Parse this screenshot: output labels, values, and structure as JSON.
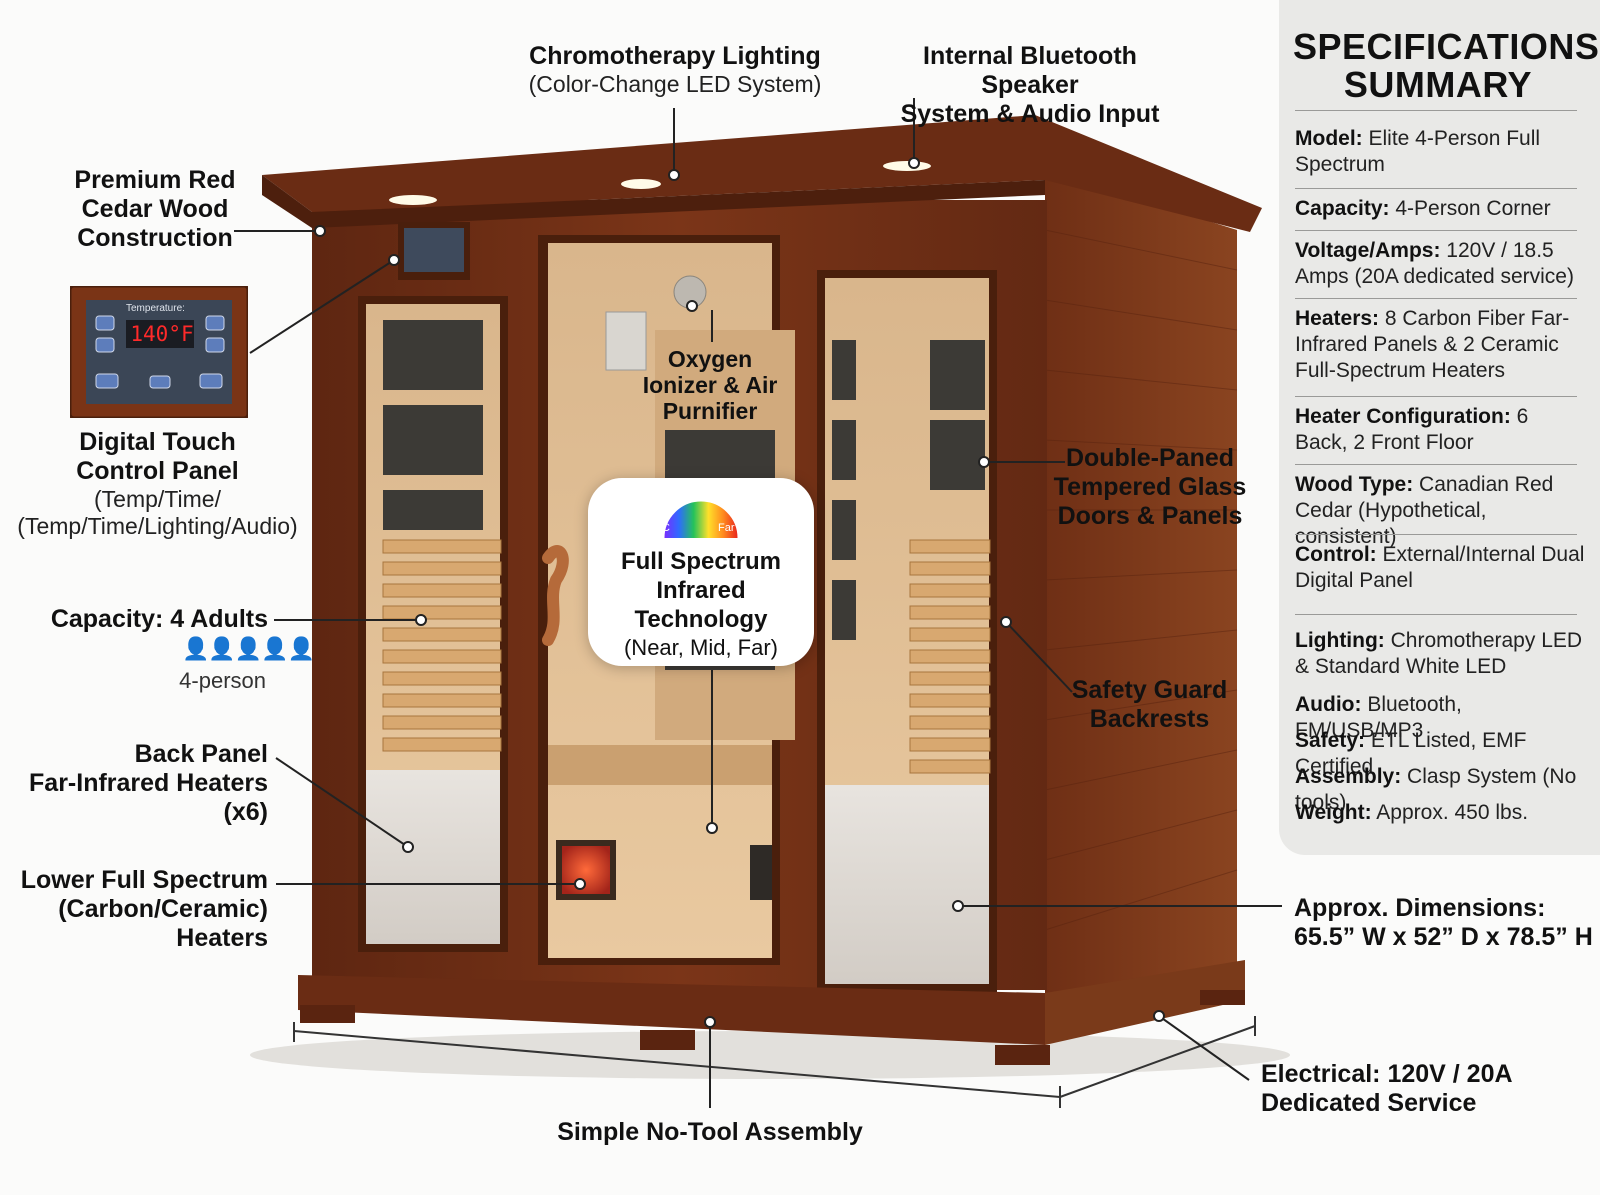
{
  "labels": {
    "chromotherapy_title": "Chromotherapy Lighting",
    "chromotherapy_sub": "(Color-Change LED System)",
    "bluetooth_line1": "Internal Bluetooth Speaker",
    "bluetooth_line2": "System & Audio Input",
    "cedar_line1": "Premium Red",
    "cedar_line2": "Cedar Wood",
    "cedar_line3": "Construction",
    "control_line1": "Digital Touch",
    "control_line2": "Control Panel",
    "control_sub1": "(Temp/Time/",
    "control_sub2": "(Temp/Time/Lighting/Audio)",
    "capacity": "Capacity: 4 Adults",
    "capacity_sub": "4-person",
    "back_panel_line1": "Back Panel",
    "back_panel_line2": "Far-Infrared Heaters",
    "back_panel_line3": "(x6)",
    "lower_line1": "Lower Full Spectrum",
    "lower_line2": "(Carbon/Ceramic)",
    "lower_line3": "Heaters",
    "oxygen_line1": "Oxygen",
    "oxygen_line2": "Ionizer & Air",
    "oxygen_line3": "Purnifier",
    "glass_line1": "Double-Paned",
    "glass_line2": "Tempered Glass",
    "glass_line3": "Doors & Panels",
    "backrest_line1": "Safety Guard",
    "backrest_line2": "Backrests",
    "dimensions_line1": "Approx. Dimensions:",
    "dimensions_line2": "65.5” W x 52” D x 78.5” H",
    "electrical_line1": "Electrical: 120V / 20A",
    "electrical_line2": "Dedicated Service",
    "assembly": "Simple No-Tool Assembly"
  },
  "callout": {
    "title_line1": "Full Spectrum",
    "title_line2": "Infrared Technology",
    "sub": "(Near, Mid, Far)",
    "left_mark": "C",
    "right_mark": "Far"
  },
  "control_panel": {
    "heading": "Temperature:",
    "readout": "140°F"
  },
  "specs": {
    "title_line1": "SPECIFICATIONS",
    "title_line2": "SUMMARY",
    "items": [
      {
        "key": "Model:",
        "value": " Elite 4-Person Full Spectrum"
      },
      {
        "key": "Capacity:",
        "value": " 4-Person Corner"
      },
      {
        "key": "Voltage/Amps:",
        "value": " 120V / 18.5 Amps (20A dedicated service)"
      },
      {
        "key": "Heaters:",
        "value": " 8 Carbon Fiber Far-Infrared Panels & 2 Ceramic Full-Spectrum Heaters"
      },
      {
        "key": "Heater Configuration:",
        "value": " 6 Back, 2 Front Floor"
      },
      {
        "key": "Wood Type:",
        "value": " Canadian Red Cedar (Hypothetical, consistent)"
      },
      {
        "key": "Control:",
        "value": " External/Internal Dual Digital Panel"
      },
      {
        "key": "Lighting:",
        "value": " Chromotherapy LED & Standard White LED"
      },
      {
        "key": "Audio:",
        "value": " Bluetooth, FM/USB/MP3"
      },
      {
        "key": "Safety:",
        "value": " ETL Listed, EMF Certified"
      },
      {
        "key": "Assembly:",
        "value": " Clasp System (No tools)"
      },
      {
        "key": "Weight:",
        "value": " Approx. 450 lbs."
      }
    ]
  },
  "colors": {
    "wood_dark": "#5a2410",
    "wood_mid": "#7a3418",
    "cedar_light": "#e3bf93",
    "glass": "#d9c9b4",
    "panel_bg": "#e9e9e7"
  }
}
